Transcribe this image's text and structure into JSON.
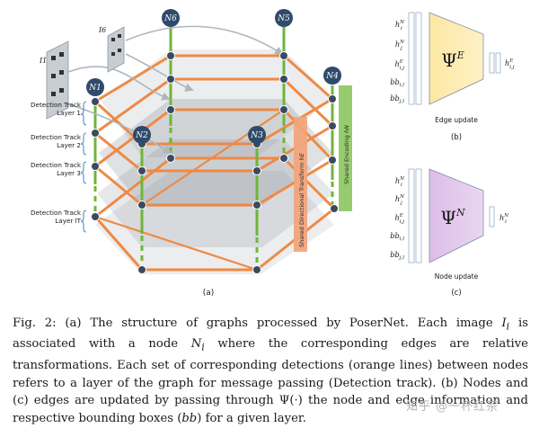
{
  "panel_a": {
    "node_labels": [
      "N1",
      "N2",
      "N3",
      "N4",
      "N5",
      "N6"
    ],
    "image_labels": [
      "I1",
      "I6"
    ],
    "layer_labels": [
      [
        "Detection Track",
        "Layer 1"
      ],
      [
        "Detection Track",
        "Layer 2"
      ],
      [
        "Detection Track",
        "Layer 3"
      ],
      [
        "Detection Track",
        "Layer lT"
      ]
    ],
    "band_directional": "Shared Directional Transform",
    "band_directional_sym": "hE",
    "band_encoding": "Shared Encoding",
    "band_encoding_sym": "hN",
    "caption": "(a)"
  },
  "panel_b": {
    "inputs": [
      "h_i^N",
      "h_j^N",
      "h_{i,j}^E",
      "bb_{i,l}",
      "bb_{j,l}"
    ],
    "symbol": "Ψ",
    "symbol_sup": "E",
    "output": "h_{i,j}^E",
    "title": "Edge update",
    "caption": "(b)",
    "fill_color": "#fde9a4"
  },
  "panel_c": {
    "inputs": [
      "h_i^N",
      "h_j^N",
      "h_{i,j}^E",
      "bb_{i,l}",
      "bb_{j,l}"
    ],
    "symbol": "Ψ",
    "symbol_sup": "N",
    "output": "h_i^N",
    "title": "Node update",
    "caption": "(c)",
    "fill_color": "#e2c6ea"
  },
  "caption": {
    "label": "Fig. 2:",
    "text_1": "(a) The structure of graphs processed by PoserNet. Each image",
    "sym_I": "I",
    "sym_i": "i",
    "text_2": "is associated with a node",
    "sym_N": "N",
    "text_3": "where the corresponding edges are relative transformations. Each set of corresponding detections (orange lines) between nodes refers to a layer of the graph for message passing (Detection track). (b) Nodes and (c) edges are updated by passing through Ψ(·) the node and edge information and respective bounding boxes (",
    "sym_bb": "bb",
    "text_4": ") for a given layer."
  },
  "watermark": "知乎 @一杯红茶"
}
